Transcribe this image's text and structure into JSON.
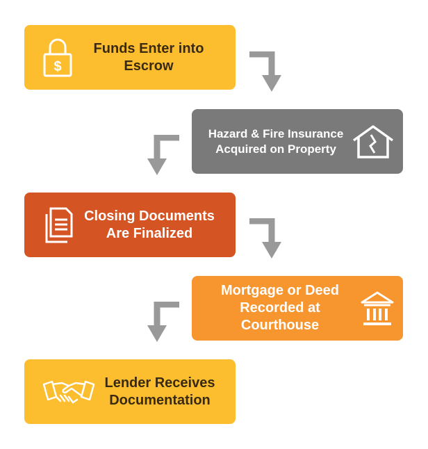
{
  "colors": {
    "yellow": "#fcbd2e",
    "gray": "#7a7a7a",
    "red_orange": "#d45424",
    "orange": "#f7952f",
    "arrow": "#999999"
  },
  "steps": [
    {
      "label": "Funds Enter into\nEscrow",
      "icon": "lock-dollar-icon"
    },
    {
      "label": "Hazard & Fire Insurance\nAcquired on Property",
      "icon": "broken-house-icon"
    },
    {
      "label": "Closing Documents\nAre Finalized",
      "icon": "documents-icon"
    },
    {
      "label": "Mortgage or Deed\nRecorded at Courthouse",
      "icon": "courthouse-icon"
    },
    {
      "label": "Lender Receives\nDocumentation",
      "icon": "handshake-icon"
    }
  ]
}
